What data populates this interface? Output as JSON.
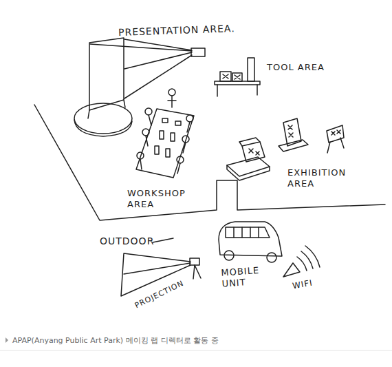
{
  "diagram": {
    "caption": "APAP(Anyang Public Art Park) 메이킹 랩 디렉터로 활동 중",
    "labels": [
      "PRESENTATION AREA.",
      "TOOL AREA",
      "EXHIBITION AREA",
      "WORKSHOP AREA",
      "OUTDOOR",
      "MOBILE UNIT",
      "WIFI",
      "PROJECTION"
    ]
  }
}
